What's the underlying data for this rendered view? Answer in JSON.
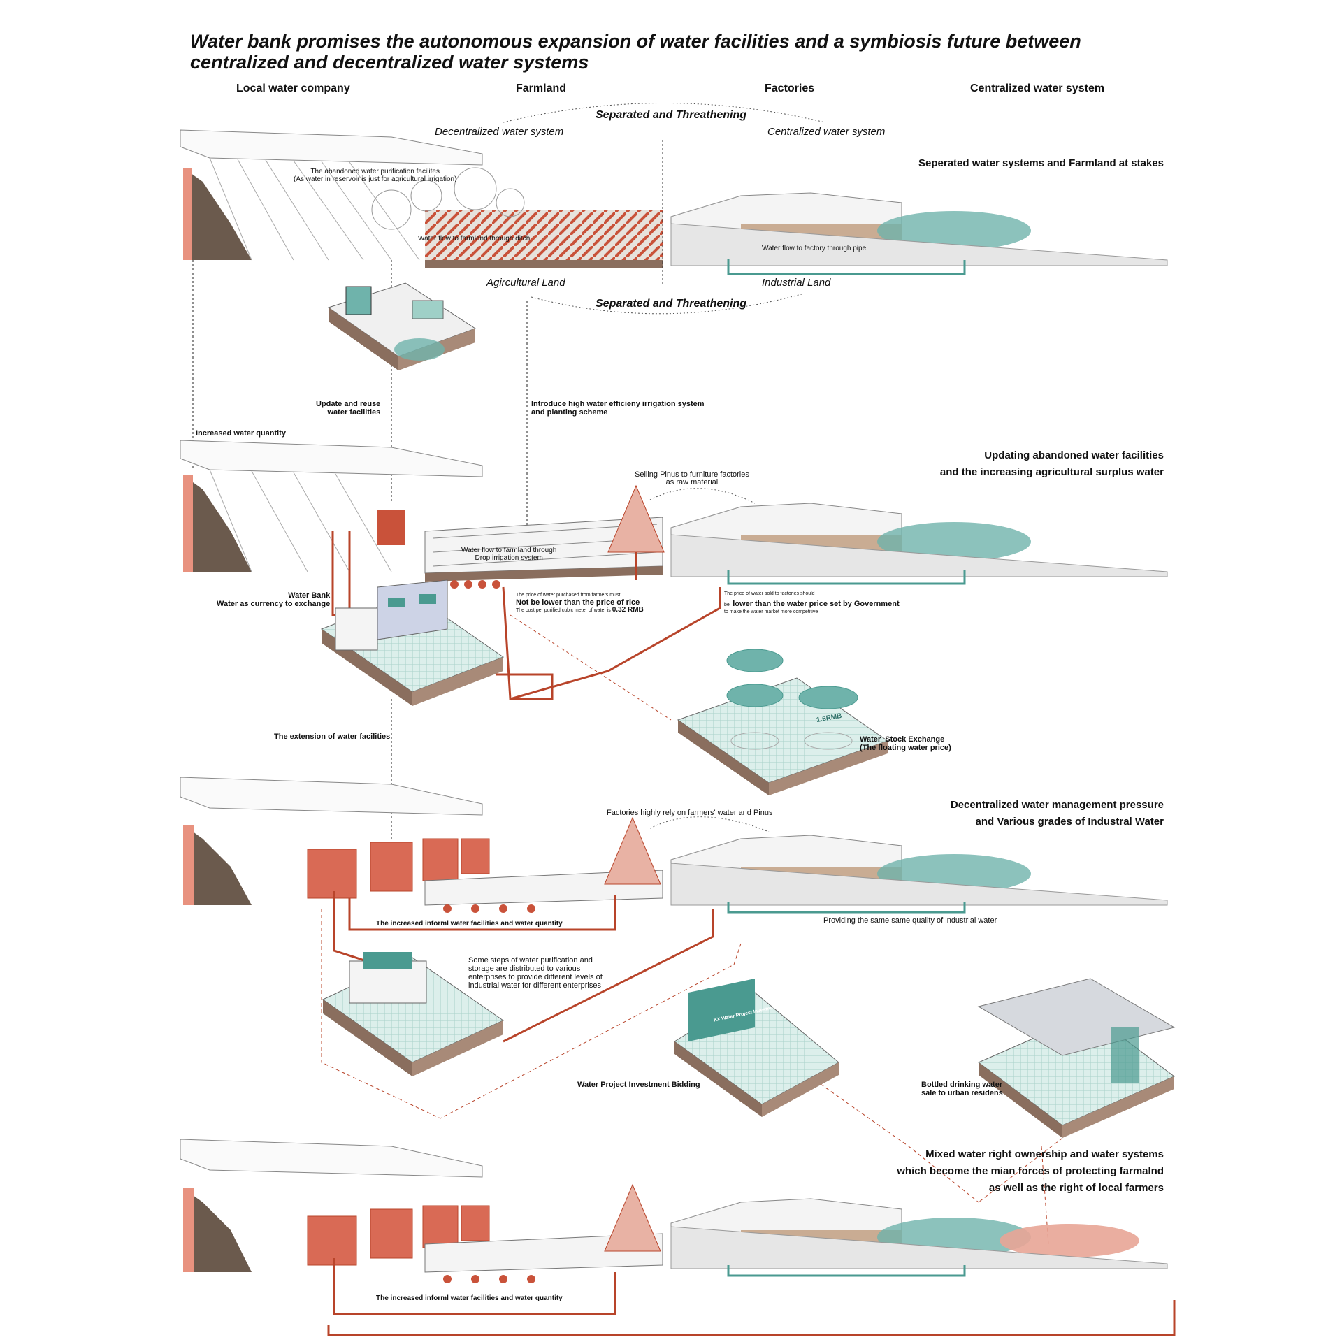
{
  "title": "Water bank promises the autonomous expansion of water facilities and a symbiosis future between centralized and decentralized water systems",
  "columns": {
    "local_water_company": "Local water company",
    "farmland": "Farmland",
    "factories": "Factories",
    "centralized_water_system": "Centralized water system"
  },
  "stage1": {
    "separated_top": "Separated and Threathening",
    "decentralized_label": "Decentralized water system",
    "centralized_label": "Centralized water system",
    "side_title": "Seperated water systems and  Farmland at stakes",
    "abandoned_facility": "The abandoned water purification facilites\n(As water in reservoir is just for agricultural irrigation)",
    "ditch_flow": "Water flow to farmland through ditch",
    "pipe_flow": "Water flow to factory through pipe",
    "agri_land": "Agircultural Land",
    "industrial_land": "Industrial Land",
    "separated_bottom": "Separated and Threathening"
  },
  "transition1": {
    "update_reuse": "Update and reuse\nwater facilities",
    "introduce_irrigation": "Introduce high water efficieny irrigation system\nand planting scheme",
    "increased_quantity": "Increased water quantity"
  },
  "stage2": {
    "side_title_1": "Updating abandoned water facilities",
    "side_title_2": "and the increasing agricultural surplus water",
    "selling_pinus": "Selling Pinus to furniture factories\nas raw material",
    "drop_irrigation": "Water flow to farmland through\nDrop irrigation system",
    "water_bank": "Water Bank\nWater as currency to exchange",
    "farmer_price_small": "The price of water purchased from farmers must",
    "farmer_price_bold": "Not be lower than the price of rice",
    "farmer_cost_small": "The cost per purified cubic meter of water is",
    "farmer_cost_value": "0.32 RMB",
    "factory_price_small": "The price of water sold to factories should",
    "factory_price_be": "be",
    "factory_price_bold": "lower than the water price set by Government",
    "factory_price_small2": "to make the water market more competitive",
    "stock_exchange": "Water  Stock Exchange\n(The floating water price)",
    "stock_price_tag": "1.6RMB",
    "extension": "The extension of water facilities"
  },
  "stage3": {
    "side_title_1": "Decentralized water management pressure",
    "side_title_2": "and Various grades of Industral Water",
    "factories_rely": "Factories highly rely on farmers' water and Pinus",
    "informal_increase": "The increased informl water facilities and water quantity",
    "same_quality": "Providing the same same quality of industrial water",
    "distributed_steps": "Some steps of water purification and storage are distributed to various enterprises to provide different levels of industrial water for different enterprises",
    "bidding": "Water Project Investment Bidding",
    "bidding_screen": "XX Water Project Investment Bidding",
    "bottled": "Bottled drinking water\nsale to urban residens"
  },
  "stage4": {
    "side_title_1": "Mixed water right ownership and water systems",
    "side_title_2": "which become the mian forces of protecting farmalnd",
    "side_title_3": "as well as the right of local farmers",
    "informal_increase": "The increased informl water facilities and water quantity"
  },
  "colors": {
    "dam": "#6b5a4d",
    "dam_face": "#e8927f",
    "farmland_red": "#c9523a",
    "factory_brown": "#c9ac93",
    "water_teal": "#6fb3ab",
    "pipe_red": "#b8442a",
    "light_teal": "#d9ede9"
  }
}
